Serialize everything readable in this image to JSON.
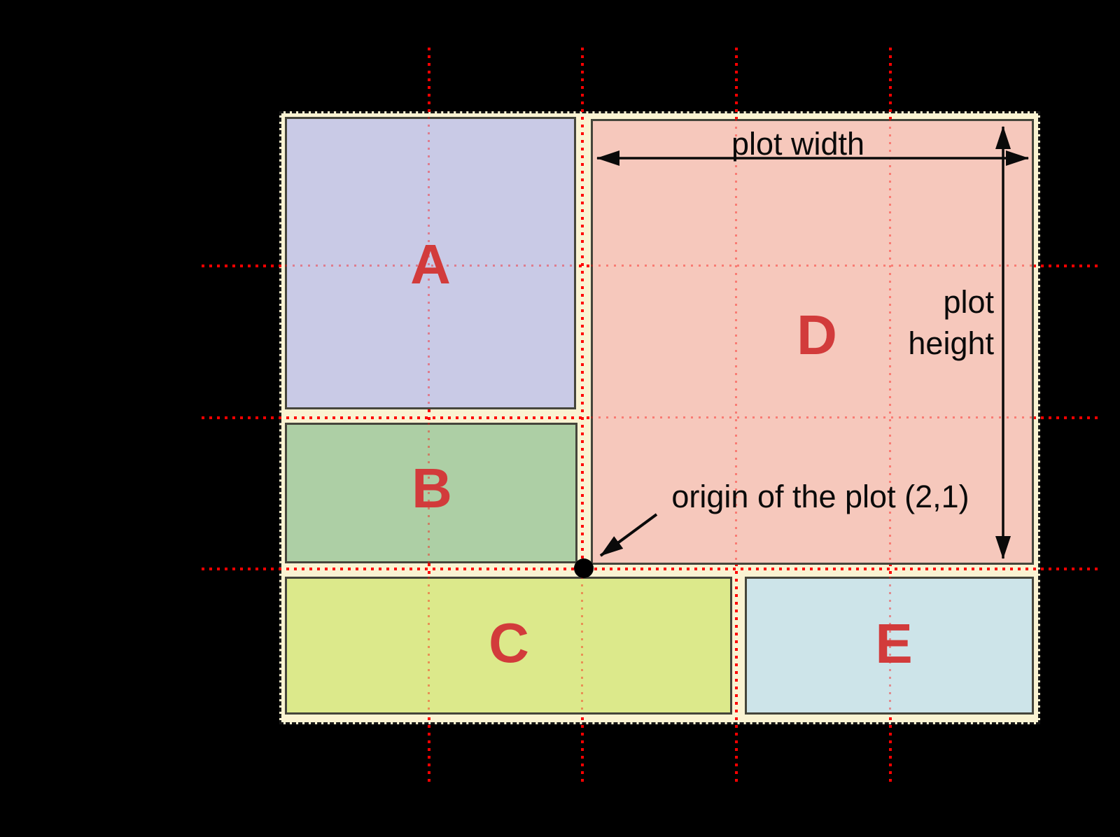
{
  "figure": {
    "background_color": "#000000",
    "canvas_fill": "#faf3d2",
    "canvas_border": "dashed black",
    "grid_line_color": "#ff0000",
    "grid_line_style": "dotted",
    "plot_label_color": "#d23b3b",
    "annotation_color": "#0a0a0a"
  },
  "regions": [
    {
      "label": "A",
      "fill": "#c9cae6"
    },
    {
      "label": "B",
      "fill": "#adcfa5"
    },
    {
      "label": "C",
      "fill": "#dce98b"
    },
    {
      "label": "D",
      "fill": "#f6c8bc"
    },
    {
      "label": "E",
      "fill": "#cde4e9"
    }
  ],
  "annotations": {
    "plot_width": "plot width",
    "plot_height_line1": "plot",
    "plot_height_line2": "height",
    "origin": "origin of the plot (2,1)"
  }
}
